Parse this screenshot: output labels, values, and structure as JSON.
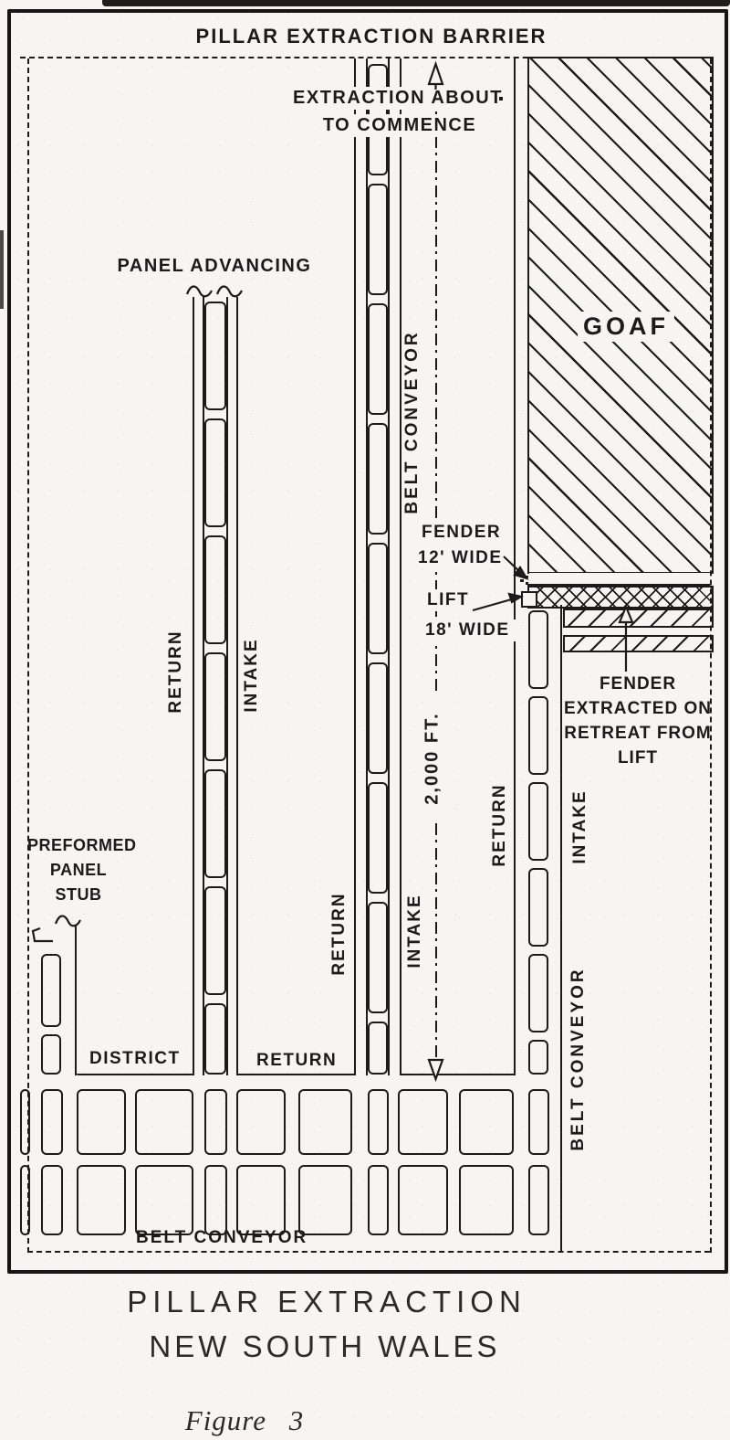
{
  "title_top": "PILLAR EXTRACTION BARRIER",
  "annotations": {
    "extraction_about_line1": "EXTRACTION ABOUT",
    "extraction_about_line2": "TO COMMENCE",
    "panel_advancing": "PANEL ADVANCING",
    "goaf": "GOAF",
    "fender_label_line1": "FENDER",
    "fender_label_line2": "12' WIDE",
    "lift_label_line1": "LIFT",
    "lift_label_line2": "18' WIDE",
    "fender_extracted_lines": [
      "FENDER",
      "EXTRACTED ON",
      "RETREAT FROM",
      "LIFT"
    ],
    "dimension": "2,000 FT.",
    "preformed_lines": [
      "PREFORMED",
      "PANEL",
      "STUB"
    ],
    "district": "DISTRICT",
    "district_return": "RETURN"
  },
  "airways": {
    "advancing_return": "RETURN",
    "advancing_intake": "INTAKE",
    "central_belt": "BELT CONVEYOR",
    "central_return": "RETURN",
    "central_intake": "INTAKE",
    "right_return": "RETURN",
    "right_intake": "INTAKE",
    "right_belt": "BELT CONVEYOR",
    "bottom_belt": "BELT CONVEYOR"
  },
  "caption": {
    "line1": "PILLAR EXTRACTION",
    "line2": "NEW SOUTH WALES",
    "figure": "Figure 3"
  },
  "colors": {
    "ink": "#1b1b1b",
    "paper": "#f6f5f1"
  }
}
